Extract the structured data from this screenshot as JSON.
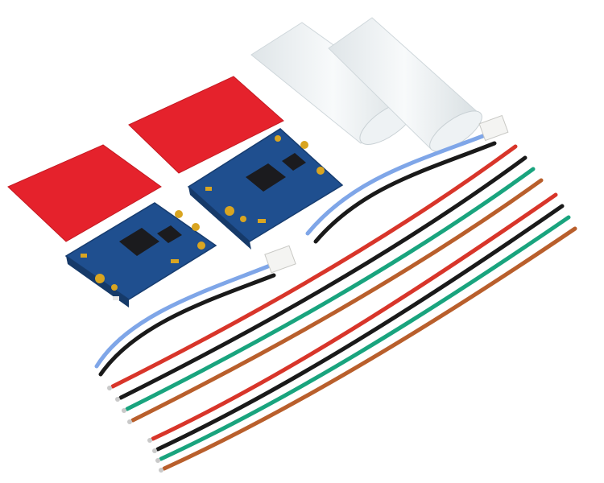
{
  "scene": {
    "background": "#ffffff",
    "objects": {
      "red_pads": {
        "count": 2,
        "color": "#e5222c"
      },
      "heat_shrink_tubes": {
        "count": 2,
        "color": "#e9eef0"
      },
      "pcb_modules": {
        "count": 2,
        "board_color": "#1f4f8f",
        "pad_color": "#d9a521",
        "chip_color": "#1b1b1e"
      },
      "jst_connector_leads": {
        "count": 2,
        "wire_colors": [
          "#7fa6e8",
          "#1a1a1a"
        ],
        "connector_color": "#f4f4f2"
      },
      "loose_wires": {
        "count": 8,
        "colors": [
          "#d8352a",
          "#1a1a1a",
          "#19a47e",
          "#b95f2c"
        ]
      }
    }
  }
}
